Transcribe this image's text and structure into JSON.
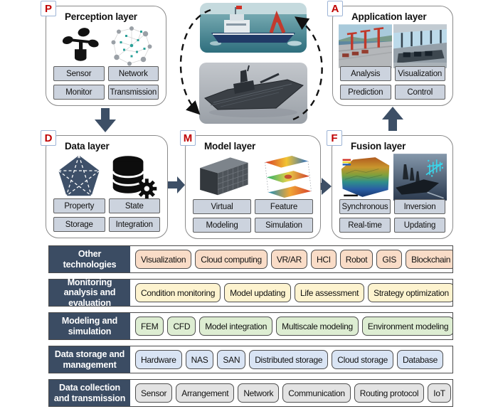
{
  "layers": {
    "perception": {
      "badge": "P",
      "title": "Perception layer",
      "images": [
        "anemometer",
        "network-graph"
      ],
      "buttons": [
        "Sensor",
        "Network",
        "Monitor",
        "Transmission"
      ]
    },
    "application": {
      "badge": "A",
      "title": "Application layer",
      "images": [
        "deck-crane-photo",
        "bridge-cockpit-photo"
      ],
      "buttons": [
        "Analysis",
        "Visualization",
        "Prediction",
        "Control"
      ]
    },
    "data": {
      "badge": "D",
      "title": "Data layer",
      "images": [
        "mesh-polyhedron",
        "database-gear"
      ],
      "buttons": [
        "Property",
        "State",
        "Storage",
        "Integration"
      ]
    },
    "model": {
      "badge": "M",
      "title": "Model layer",
      "images": [
        "hull-block-model",
        "simulation-slices"
      ],
      "buttons": [
        "Virtual",
        "Feature",
        "Modeling",
        "Simulation"
      ]
    },
    "fusion": {
      "badge": "F",
      "title": "Fusion layer",
      "images": [
        "bathymetry-map",
        "point-cloud-ship"
      ],
      "buttons": [
        "Synchronous",
        "Inversion",
        "Real-time",
        "Updating"
      ]
    }
  },
  "center": {
    "top_image": "physical-ship-photo",
    "bottom_image": "digital-twin-ship-model",
    "cycle": "dashed-loop-arrows"
  },
  "technology_rows": [
    {
      "label": "Other technologies",
      "chip_color": "#f9dcc7",
      "chips": [
        "Visualization",
        "Cloud computing",
        "VR/AR",
        "HCI",
        "Robot",
        "GIS",
        "Blockchain"
      ]
    },
    {
      "label": "Monitoring analysis and evaluation",
      "chip_color": "#fdf3cf",
      "chips": [
        "Condition monitoring",
        "Model updating",
        "Life assessment",
        "Strategy optimization"
      ]
    },
    {
      "label": "Modeling and simulation",
      "chip_color": "#ddedd2",
      "chips": [
        "FEM",
        "CFD",
        "Model integration",
        "Multiscale modeling",
        "Environment modeling"
      ]
    },
    {
      "label": "Data storage and management",
      "chip_color": "#d9e4f4",
      "chips": [
        "Hardware",
        "NAS",
        "SAN",
        "Distributed storage",
        "Cloud storage",
        "Database"
      ]
    },
    {
      "label": "Data collection and transmission",
      "chip_color": "#e3e3e3",
      "chips": [
        "Sensor",
        "Arrangement",
        "Network",
        "Communication",
        "Routing protocol",
        "IoT"
      ]
    }
  ],
  "colors": {
    "block_arrow": "#3d4f66",
    "row_label_bg": "#3b4c63",
    "badge_letter": "#c00000",
    "badge_border": "#9db4d6",
    "layer_button_bg": "#ccd3de",
    "box_border": "#8a8a8a",
    "chip_border": "#4f4f4f"
  }
}
